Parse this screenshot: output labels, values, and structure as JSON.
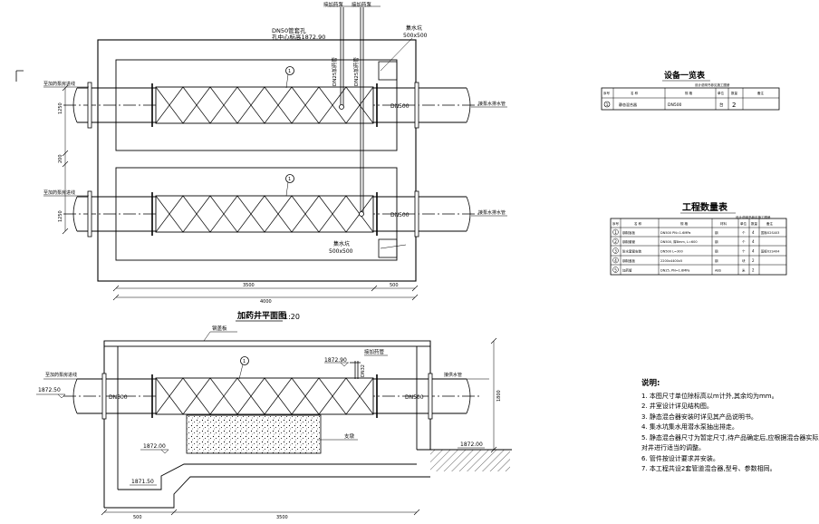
{
  "plan": {
    "top_labels": [
      "接加药泵",
      "接加药泵"
    ],
    "dn50_line1": "DN50管套孔",
    "dn50_line2": "孔中心标高1872.90",
    "inlet_label": "至加药泵房进线",
    "outlet_label": "接泵水排水管",
    "sump1_line1": "集水坑",
    "sump1_line2": "500x500",
    "sump2_line1": "集水坑",
    "sump2_line2": "500x500",
    "dn25_a": "DN25加药管",
    "dn25_b": "DN25加药管",
    "pipe_dn": "DN500",
    "callout": "1",
    "dim_1250a": "1250",
    "dim_200": "200",
    "dim_1250b": "1250",
    "dim_3500": "3500",
    "dim_500": "500",
    "dim_4000": "4000",
    "title": "加药井平面图",
    "scale": "1:20"
  },
  "equipment": {
    "title": "设备一览表",
    "subtitle": "设计说明书参见施工图册",
    "headers": [
      "序号",
      "名 称",
      "规 格",
      "单位",
      "数量",
      "备注"
    ],
    "rows": [
      [
        "1",
        "静态混合器",
        "DN500",
        "台",
        "2",
        ""
      ]
    ]
  },
  "quantities": {
    "title": "工程数量表",
    "subtitle": "设计说明书参见施工图册",
    "headers": [
      "序号",
      "名 称",
      "规 格",
      "材料",
      "单位",
      "数量",
      "备注"
    ],
    "rows": [
      [
        "1",
        "钢制盲板",
        "DN500 PN=1.6MPa",
        "钢",
        "个",
        "4",
        "国标02S403"
      ],
      [
        "2",
        "钢制套管",
        "DN500, 厚8mm, L=600",
        "钢",
        "个",
        "4",
        ""
      ],
      [
        "3",
        "防水套管安装",
        "DN500 L=300",
        "钢",
        "个",
        "4",
        "国标02S404"
      ],
      [
        "4",
        "钢制盖板",
        "2200x4400x5",
        "钢",
        "块",
        "2",
        ""
      ],
      [
        "5",
        "加药管",
        "DN25, PN=1.6MPa",
        "ABS",
        "米",
        "2",
        ""
      ]
    ]
  },
  "section": {
    "steel_plate": "钢盖板",
    "dosing_pipe": "接加药管",
    "elev_1872_90": "1872.90",
    "dn32": "DN32",
    "inlet_label": "至加药泵房进线",
    "outlet_label": "接供水管",
    "elev_1872_50": "1872.50",
    "pipe_dn_left": "DN500",
    "pipe_dn_right": "DN500",
    "support_label": "支墩",
    "elev_1872_00a": "1872.00",
    "elev_1872_00b": "1872.00",
    "elev_1871_50": "1871.50",
    "dim_1800": "1800",
    "dim_500": "500",
    "dim_3500": "3500",
    "callout": "1"
  },
  "notes": {
    "title": "说明:",
    "items": [
      "1. 本图尺寸单位除标高以m计外,其余均为mm。",
      "2. 井室设计详见结构图。",
      "3. 静态混合器安装时详见其产品说明书。",
      "4. 集水坑集水用潜水泵抽出排走。",
      "5. 静态混合器尺寸为暂定尺寸,待产品确定后,应根据混合器实际尺寸,",
      "   对井进行适当的调整。",
      "6. 管件按设计要求并安装。",
      "7. 本工程共设2套管道混合器,型号、参数相同。"
    ]
  }
}
